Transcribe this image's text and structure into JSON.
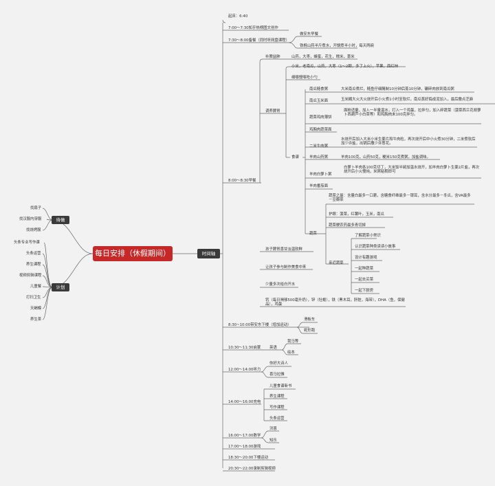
{
  "root": {
    "title": "每日安排（休假期间）"
  },
  "left": {
    "todo": {
      "label": "待做",
      "items": [
        "找扇子",
        "找汉服内穿服",
        "找烧烤服"
      ]
    },
    "plan": {
      "label": "计划",
      "items": [
        "头条专业写作课",
        "头条运营",
        "养生课程",
        "视频剪辑课程",
        "儿童餐",
        "打扫卫生",
        "天蝎蟆",
        "养生茶"
      ]
    }
  },
  "timeline": {
    "label": "时间轴",
    "wake": "起床：6:40",
    "write": "7:00～7:30知乎热榜图文创作",
    "pre_bf": {
      "label": "7:30～8:00备餐（同时听网盘课程）",
      "items": [
        "做安东早餐",
        "铁棍山药半斤煮水，开锅煮半小时，每天两碗"
      ]
    },
    "bf": {
      "label": "8:00～8:30早餐",
      "spleen": {
        "label": "补脾益肺",
        "text": "山药，大枣，蜂蜜，花生，糯米，薏米",
        "porridge": "小米，老南瓜，山药，大枣（1～2颗，多了上火），苹果，西红柿",
        "chew": "细嚼慢咽吃小勺",
        "regulate": "调养脾胃",
        "food": "食谱",
        "recipes": [
          {
            "name": "南瓜糙食粥",
            "text": "大米南瓜煮烂，糙鱼仔细腌制10分钟后蒸10分钟，碾碎肉放到南瓜粥"
          },
          {
            "name": "南瓜玉米面",
            "text": "玉米糊大火大火烧开后小火煮1小时至软烂，南瓜蒸好捣成泥加入，最后撒点芝麻"
          },
          {
            "name": "蔬菜鸡肉薄饼",
            "text": "面粉适量，加入一半量温水，打入一个鸡蛋，拉拌匀，加入碎蔬菜（菠菜西兰花胡萝卜西葫芦小白菜等）和鸡胸肉末100克拌匀。"
          },
          {
            "name": "鸡胸肉蔬菜面",
            "text": ""
          },
          {
            "name": "二米牛肉粥",
            "text": "水烧开后加入大米小米生姜片和牛肉粒，再次烧开后中小火煮30分钟，二米煮软后加少许盐，出锅后撒少许葱花。"
          },
          {
            "name": "羊肉山药粥",
            "text": "羊肉100克，山药50克，粳米150克煮粥，加盐调味。"
          },
          {
            "name": "羊肉白萝卜粥",
            "text": "白萝卜羊肉各100克切丁，大米饭半碗加温水烧开，加羊肉白萝卜生姜2片盐，再次烧开后小火慢炖，米粥粘稠即可"
          },
          {
            "name": "羊肉番茄面",
            "text": ""
          }
        ],
        "veg": {
          "label": "蔬菜",
          "rule": "蔬菜之最：含量白最多一口蘑，含糖食纤维最多－银耳，含水分最多－冬瓜，含VA最多－豆瓣菜",
          "eye": "护眼：菠菜，红薯叶，玉米，南瓜",
          "pepper": "蔬菜梗农药最多青切掉",
          "close": {
            "label": "亲近蔬菜",
            "items": [
              "了解蔬菜小常识",
              "认识蔬菜种类读读小故事",
              "设计有趣游戏",
              "一起种蔬菜",
              "一起去买菜",
              "一起下厨房"
            ]
          }
        }
      },
      "kids": "孩子脾胃喜甘淡温软鲜",
      "cook": "让孩子参与制作美食中来",
      "water": "少量多次给白开水",
      "nutri": "钙（每日喝够500毫升奶），锌（牡蛎），铁（黑木耳，肝脏，海带），DHA（鱼，保健品），鸡蛋"
    },
    "walk": {
      "label": "8:30~10:00带安东下楼（增加运动）",
      "items": [
        "滑板车",
        "蛇形跑"
      ]
    },
    "eng": {
      "label": "10:30～11:30启蒙",
      "sub": "英语",
      "items": [
        "我马等",
        "绘本"
      ]
    },
    "listen": {
      "label": "12:00～14:00听力",
      "items": [
        "你好大诗人",
        "喜马拉雅"
      ]
    },
    "charge": {
      "label": "14:00～16:00充电",
      "items": [
        "儿童食谱新书",
        "养生课程",
        "写作课程",
        "头条运营"
      ]
    },
    "math": {
      "label": "16:00～17:00数学",
      "items": [
        "洪恩",
        "知乐"
      ]
    },
    "game": "17:00～18:00游戏",
    "out": "18:30～20:00下楼运动",
    "edit": "20:30～22:00录制剪辑视频"
  }
}
